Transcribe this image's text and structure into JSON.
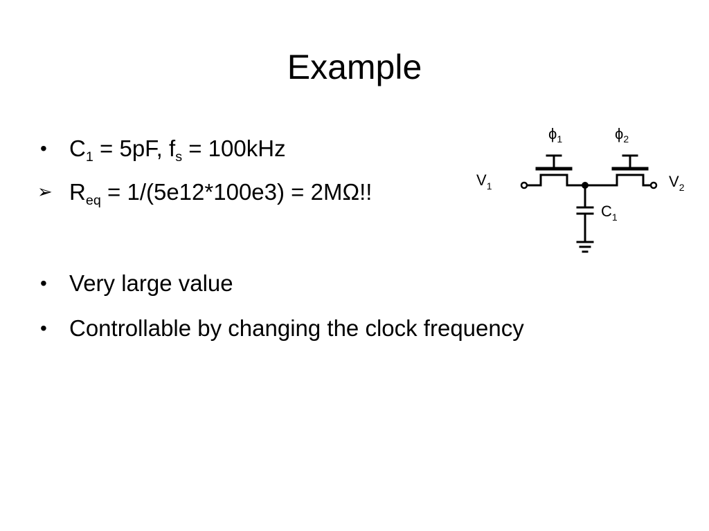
{
  "slide": {
    "title": "Example",
    "lines": [
      {
        "marker": "•",
        "segments": [
          "C",
          "1",
          " = 5pF, f",
          "s",
          " = 100kHz"
        ]
      },
      {
        "marker": "➢",
        "segments": [
          "R",
          "eq",
          " = 1/(5e12*100e3) = 2MΩ!!"
        ]
      },
      {
        "marker": "•",
        "text": "Very large value"
      },
      {
        "marker": "•",
        "text": "Controllable by changing the clock frequency"
      }
    ]
  },
  "circuit": {
    "phi": "ϕ",
    "phi1_sub": "1",
    "phi2_sub": "2",
    "v": "V",
    "v1_sub": "1",
    "v2_sub": "2",
    "c": "C",
    "c1_sub": "1"
  }
}
